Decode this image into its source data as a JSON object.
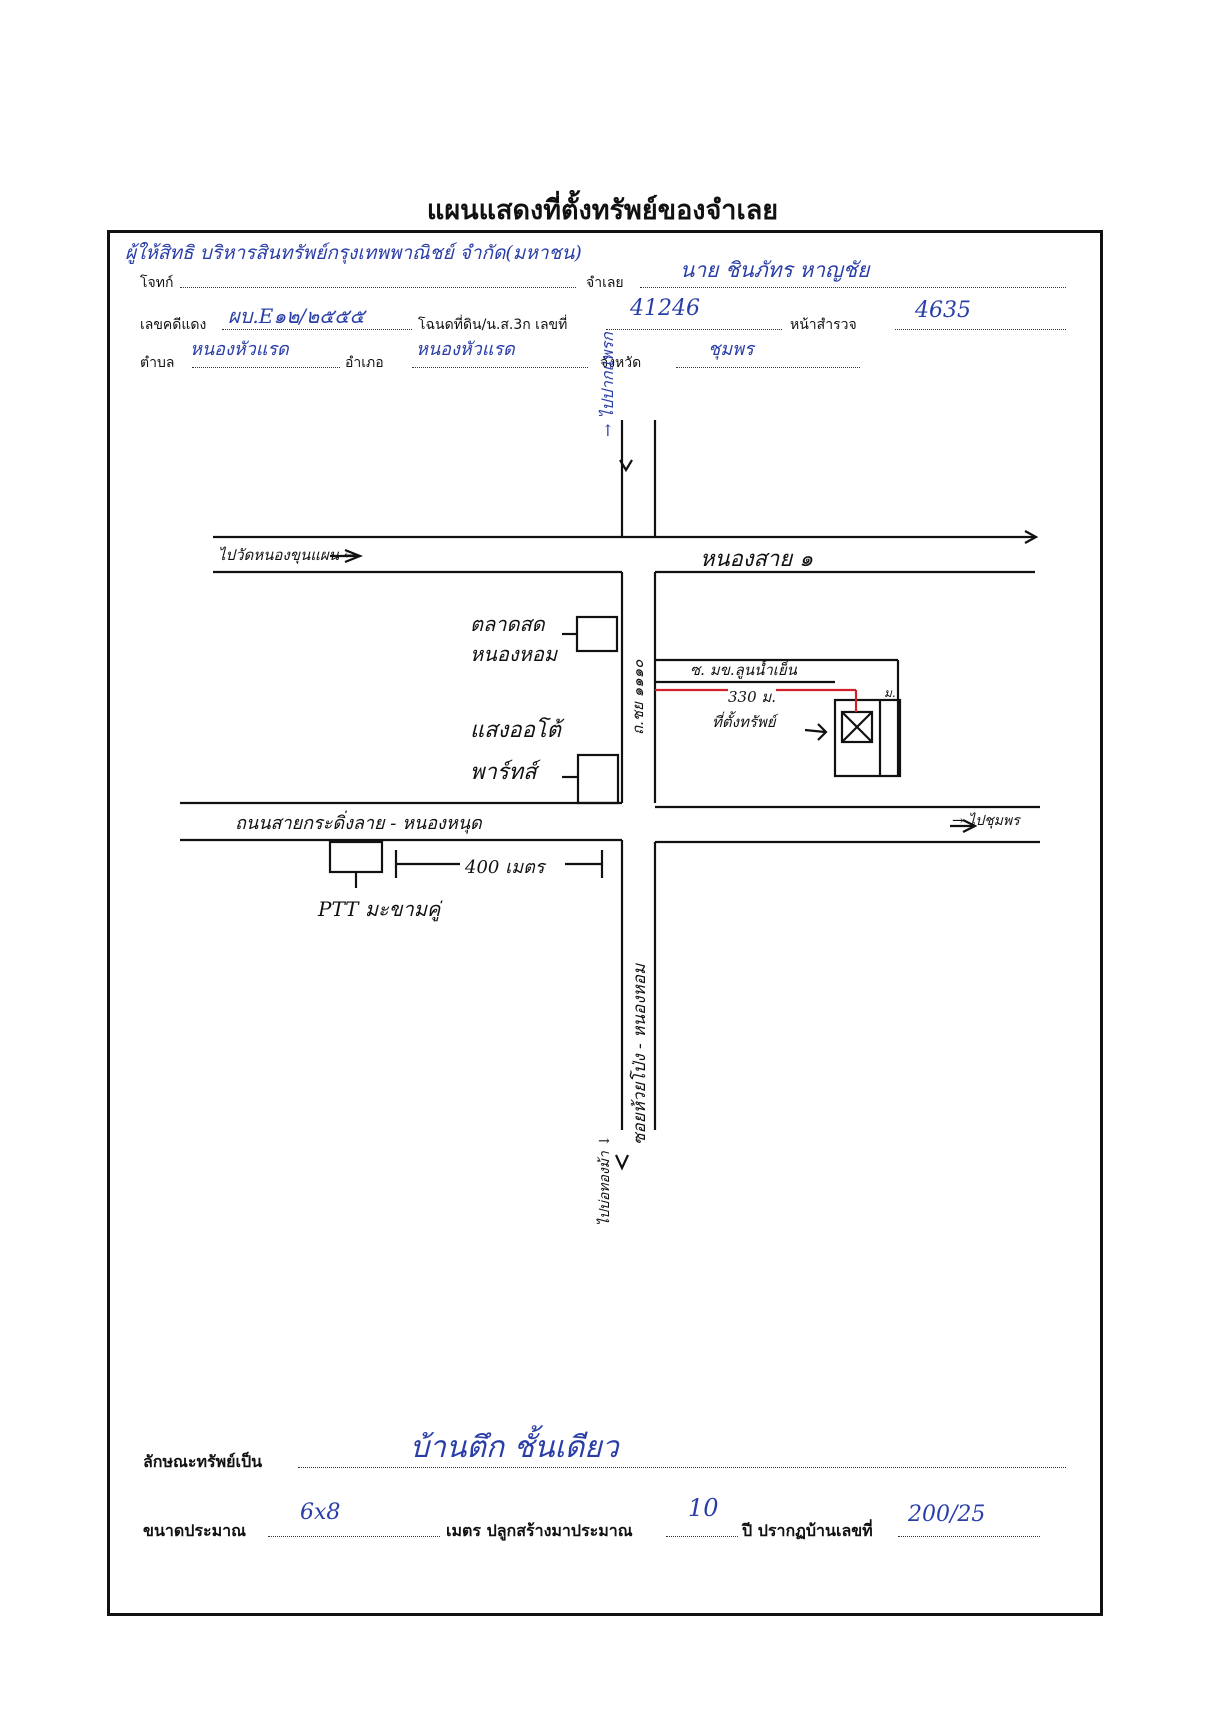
{
  "title": "แผนแสดงที่ตั้งทรัพย์ของจำเลย",
  "header": {
    "plaintiff_label": "โจทก์",
    "plaintiff_value": "ผู้ให้สิทธิ บริหารสินทรัพย์กรุงเทพพาณิชย์ จำกัด(มหาชน)",
    "defendant_label": "จำเลย",
    "defendant_value": "นาย ชินภัทร หาญชัย",
    "case_label": "เลขคดีแดง",
    "case_value": "ผบ.E๑๒/๒๕๕๕",
    "deed_label": "โฉนดที่ดิน/น.ส.3ก เลขที่",
    "deed_value": "41246",
    "survey_label": "หน้าสำรวจ",
    "survey_value": "4635",
    "subdistrict_label": "ตำบล",
    "subdistrict_value": "หนองหัวแรด",
    "district_label": "อำเภอ",
    "district_value": "หนองหัวแรด",
    "province_label": "จังหวัด",
    "province_value": "ชุมพร"
  },
  "map": {
    "to_north": "→ ไปปากแพรก",
    "to_left": "ไปวัดหนองขุนแผน ←",
    "road_1": "หนองสาย ๑",
    "market": [
      "ตลาดสด",
      "หนองหอม"
    ],
    "auto_parts": [
      "แสงออโต้",
      "พาร์ทส์"
    ],
    "road_main": "ถนนสายกระดิ่งลาย - หนองหนุด",
    "to_right": "→ ไปชุมพร",
    "soi_name": "ซ. มข.ลูนน้ำเย็น",
    "soi_vertical": "ถ.ชย ๑๑๑๐",
    "distance_red": "330 ม.",
    "property": "ที่ตั้งทรัพย์",
    "distance_400": "400 เมตร",
    "ptt": "PTT มะขามคู่",
    "road_south": "ซอยห้วยโป่ง - หนองหอม",
    "to_south": "ไปบ่อทองม้า ↓",
    "side_label": "ม."
  },
  "footer": {
    "nature_label": "ลักษณะทรัพย์เป็น",
    "nature_value": "บ้านตึก ชั้นเดียว",
    "size_label": "ขนาดประมาณ",
    "size_value": "6x8",
    "meters_label": "เมตร ปลูกสร้างมาประมาณ",
    "years_value": "10",
    "years_label": "ปี ปรากฏบ้านเลขที่",
    "house_no": "200/25"
  },
  "colors": {
    "ink": "#2a3ea8",
    "red": "#d0202a"
  }
}
